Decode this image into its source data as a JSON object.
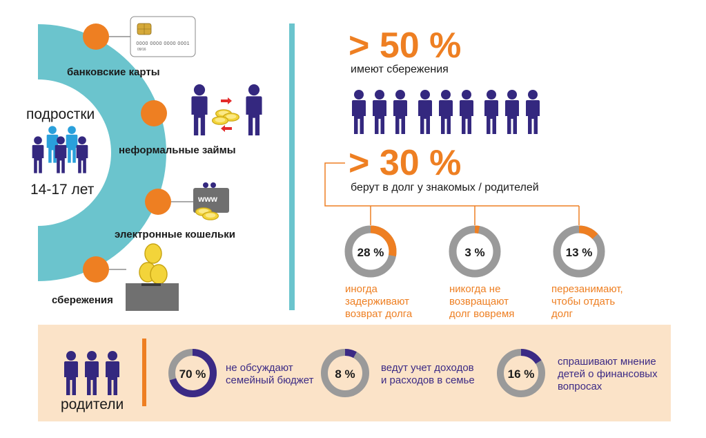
{
  "colors": {
    "teal": "#6bc4cd",
    "orange": "#ee7f22",
    "navy": "#34287f",
    "purple": "#3b2a85",
    "gray": "#9a9a9a",
    "peach": "#fbe3c8",
    "blue": "#2aa0db"
  },
  "teens": {
    "title": "подростки",
    "age": "14-17 лет",
    "channels": [
      {
        "label": "банковские карты",
        "icon": "bank-card-icon"
      },
      {
        "label": "неформальные займы",
        "icon": "people-exchange-coins-icon"
      },
      {
        "label": "электронные кошельки",
        "icon": "www-wallet-icon"
      },
      {
        "label": "сбережения",
        "icon": "coins-box-icon"
      }
    ],
    "card_number": "0000 0000 0000 0001",
    "card_date": "09/16",
    "www_text": "www"
  },
  "stats": {
    "savings_pct": "> 50 %",
    "savings_text": "имеют сбережения",
    "savings_share": 0.5,
    "borrow_pct": "> 30 %",
    "borrow_text": "берут в долг у знакомых / родителей",
    "borrow_share": 0.3
  },
  "borrow_breakdown": [
    {
      "label": "28 %",
      "value": 28,
      "caption": [
        "иногда",
        "задерживают",
        "возврат долга"
      ]
    },
    {
      "label": "3 %",
      "value": 3,
      "caption": [
        "никогда не",
        "возвращают",
        "долг вовремя"
      ]
    },
    {
      "label": "13 %",
      "value": 13,
      "caption": [
        "перезанимают,",
        "чтобы отдать",
        "долг"
      ]
    }
  ],
  "parents": {
    "title": "родители",
    "items": [
      {
        "label": "70 %",
        "value": 70,
        "caption": [
          "не обсуждают",
          "семейный бюджет"
        ]
      },
      {
        "label": "8 %",
        "value": 8,
        "caption": [
          "ведут учет доходов",
          "и расходов в семье"
        ]
      },
      {
        "label": "16 %",
        "value": 16,
        "caption": [
          "спрашивают мнение",
          "детей о финансовых",
          "вопросах"
        ]
      }
    ]
  }
}
